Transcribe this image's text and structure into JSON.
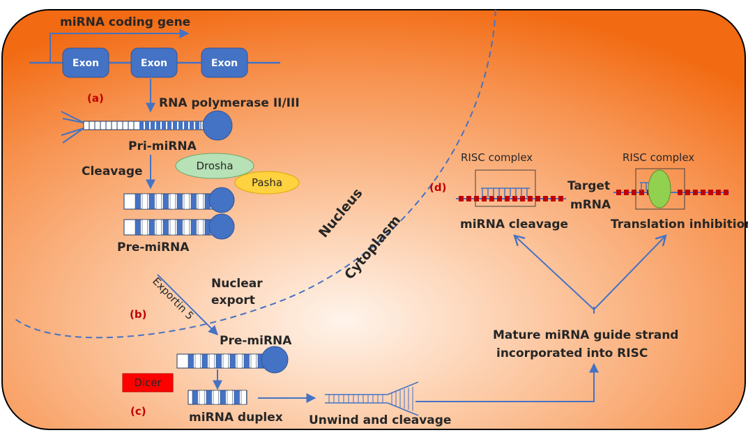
{
  "gene": {
    "title": "miRNA coding gene",
    "exons": [
      "Exon",
      "Exon",
      "Exon"
    ]
  },
  "steps": {
    "a": "(a)",
    "b": "(b)",
    "c": "(c)",
    "d": "(d)"
  },
  "labels": {
    "polymerase": "RNA polymerase II/III",
    "pri_mirna": "Pri-miRNA",
    "cleavage": "Cleavage",
    "drosha": "Drosha",
    "pasha": "Pasha",
    "pre_mirna_nucleus": "Pre-miRNA",
    "nucleus": "Nucleus",
    "cytoplasm": "Cytoplasm",
    "nuclear_export_line1": "Nuclear",
    "nuclear_export_line2": "export",
    "exportin": "Exportin 5",
    "pre_mirna_cytoplasm": "Pre-miRNA",
    "dicer": "Dicer",
    "mirna_duplex": "miRNA duplex",
    "unwind": "Unwind and cleavage",
    "mature_line1": "Mature miRNA guide strand",
    "mature_line2": "incorporated into RISC",
    "risc_left": "RISC complex",
    "risc_right": "RISC complex",
    "target_line1": "Target",
    "target_line2": "mRNA",
    "mirna_cleavage": "miRNA cleavage",
    "translation_inhibition": "Translation inhibition"
  },
  "colors": {
    "accent_blue": "#4472c4",
    "step_red": "#c00000",
    "dicer_red": "#ff0000",
    "drosha_green": "#b7e1b7",
    "pasha_yellow": "#ffd23f",
    "risc_green": "#92d050",
    "background_light": "#fff1e6",
    "background_dark": "#f26c16"
  }
}
